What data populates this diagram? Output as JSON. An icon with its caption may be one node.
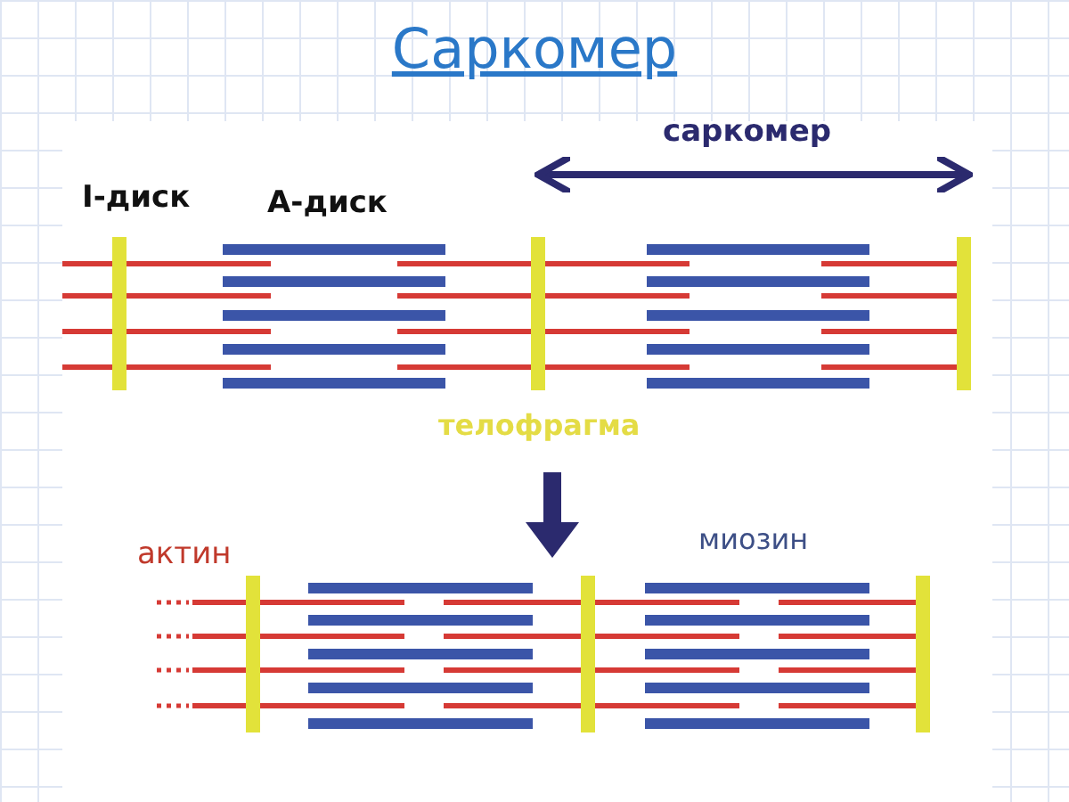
{
  "diagram": {
    "title": "Саркомер",
    "labels": [
      "саркомер",
      "I-диск",
      "А-диск",
      "телофрагма",
      "миозин",
      "актин"
    ]
  }
}
